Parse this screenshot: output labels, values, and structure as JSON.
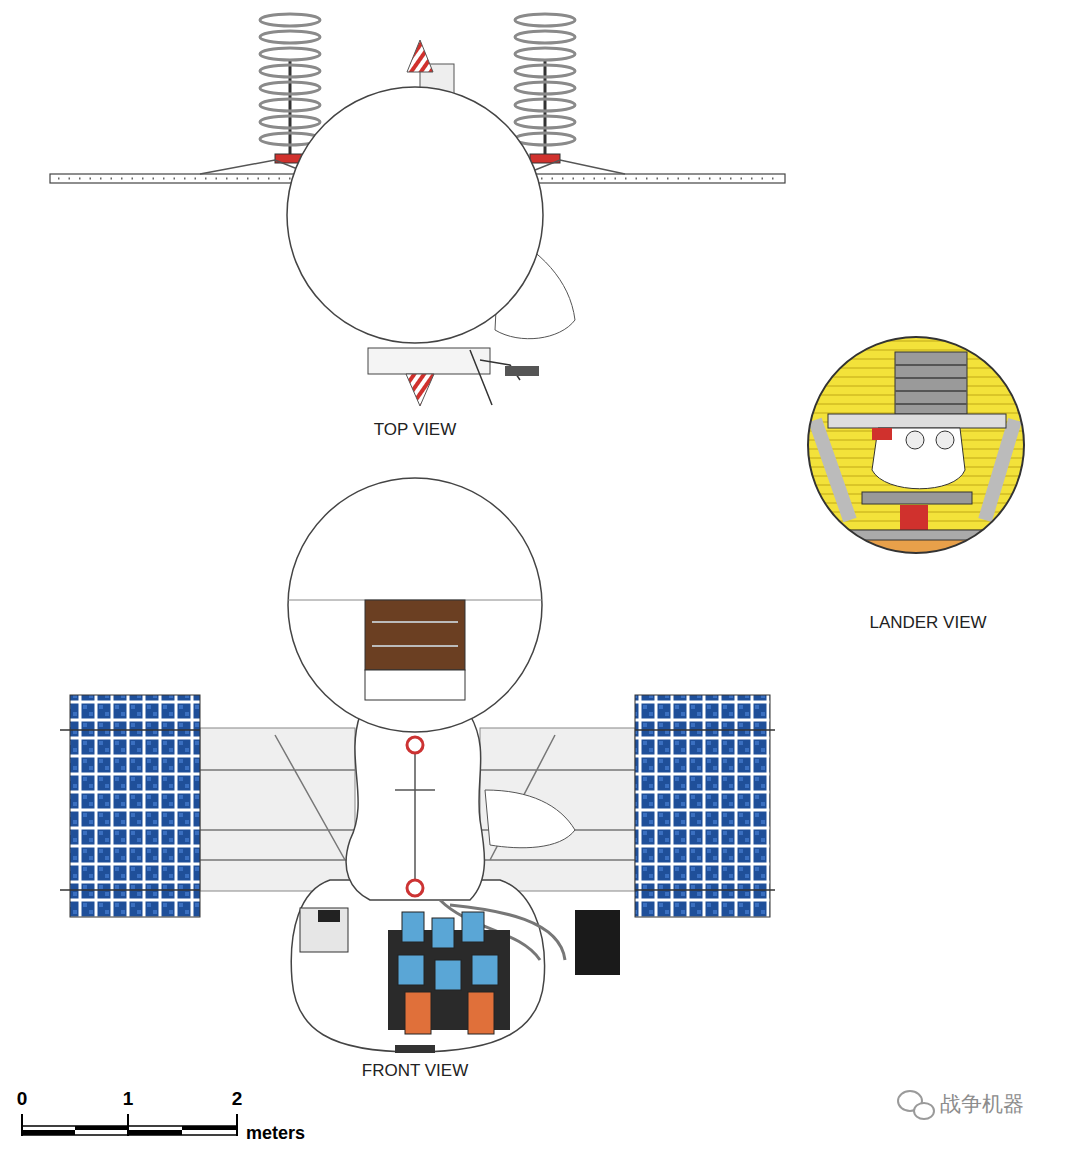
{
  "diagram": {
    "labels": [
      "TOP VIEW",
      "LANDER VIEW",
      "FRONT VIEW",
      "0",
      "1",
      "2",
      "meters",
      "战争机器"
    ]
  }
}
